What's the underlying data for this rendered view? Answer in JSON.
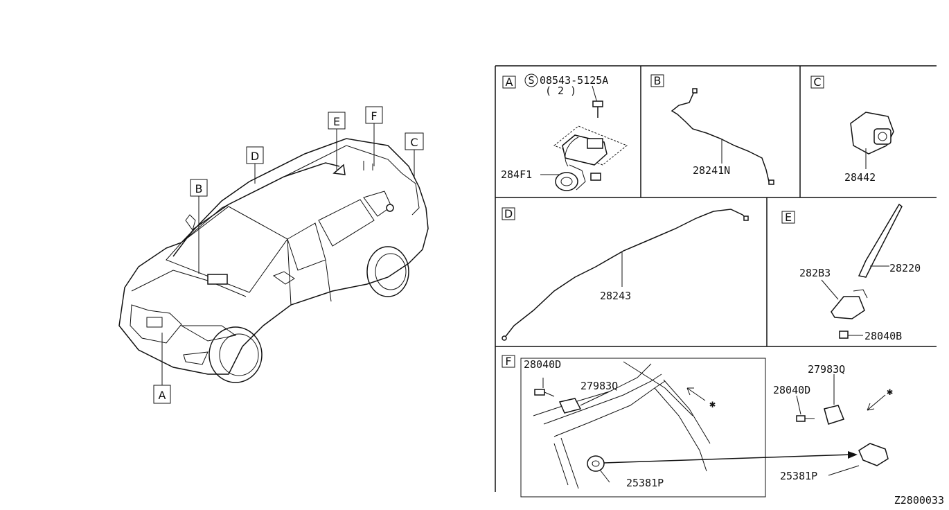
{
  "overview": {
    "callouts": [
      "A",
      "B",
      "C",
      "D",
      "E",
      "F"
    ]
  },
  "panels": {
    "A": {
      "letter": "A",
      "screw_code": "08543-5125A",
      "screw_qty": "( 2 )",
      "part": "284F1",
      "screw_symbol": "S"
    },
    "B": {
      "letter": "B",
      "part": "28241N"
    },
    "C": {
      "letter": "C",
      "part": "28442"
    },
    "D": {
      "letter": "D",
      "part": "28243"
    },
    "E": {
      "letter": "E",
      "part_antenna": "28220",
      "part_base": "282B3",
      "part_nut": "28040B"
    },
    "F": {
      "letter": "F",
      "clip_left": "28040D",
      "bracket_left": "27983Q",
      "clip_right": "28040D",
      "bracket_right": "27983Q",
      "grommet_left": "25381P",
      "grommet_right": "25381P"
    }
  },
  "diagram_code": "Z2800033"
}
